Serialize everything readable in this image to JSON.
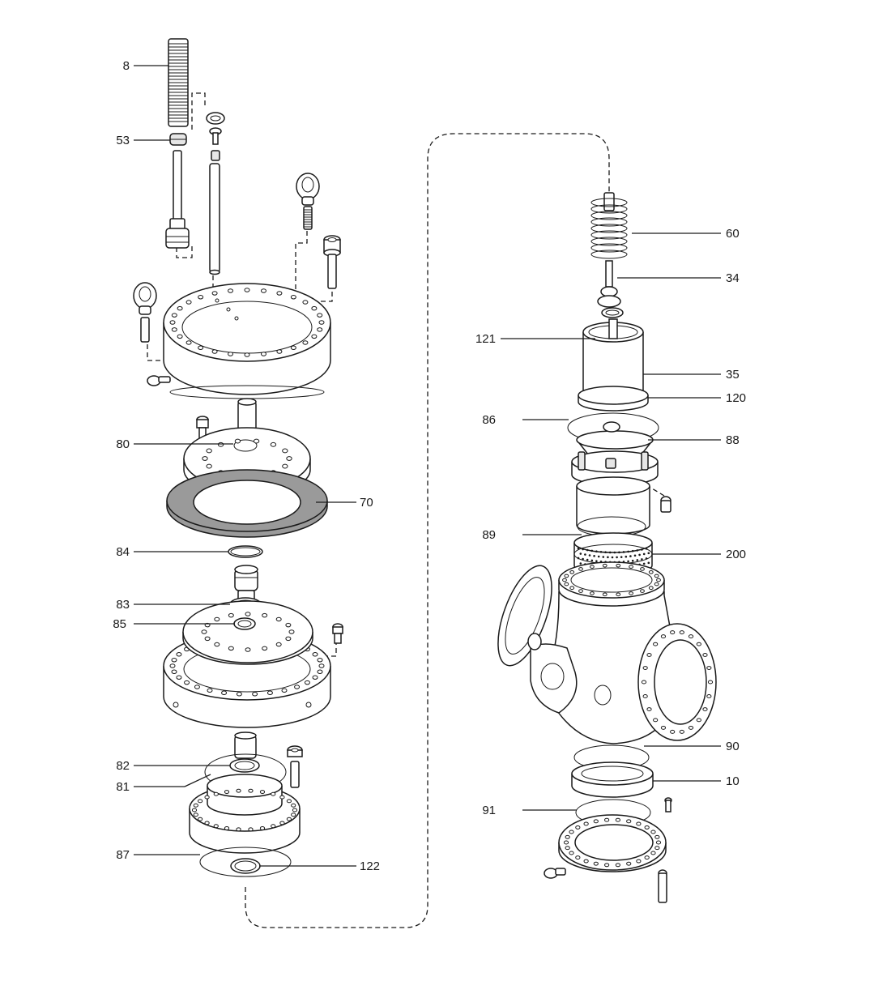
{
  "callouts": {
    "c8": "8",
    "c53": "53",
    "c80": "80",
    "c70": "70",
    "c84": "84",
    "c83": "83",
    "c85": "85",
    "c82": "82",
    "c81": "81",
    "c87": "87",
    "c122": "122",
    "c60": "60",
    "c34": "34",
    "c121": "121",
    "c35": "35",
    "c120": "120",
    "c86": "86",
    "c88": "88",
    "c89": "89",
    "c200": "200",
    "c90": "90",
    "c10": "10",
    "c91": "91"
  },
  "colors": {
    "line": "#1a1a1a",
    "shade": "#9a9a9a",
    "background": "#ffffff"
  }
}
